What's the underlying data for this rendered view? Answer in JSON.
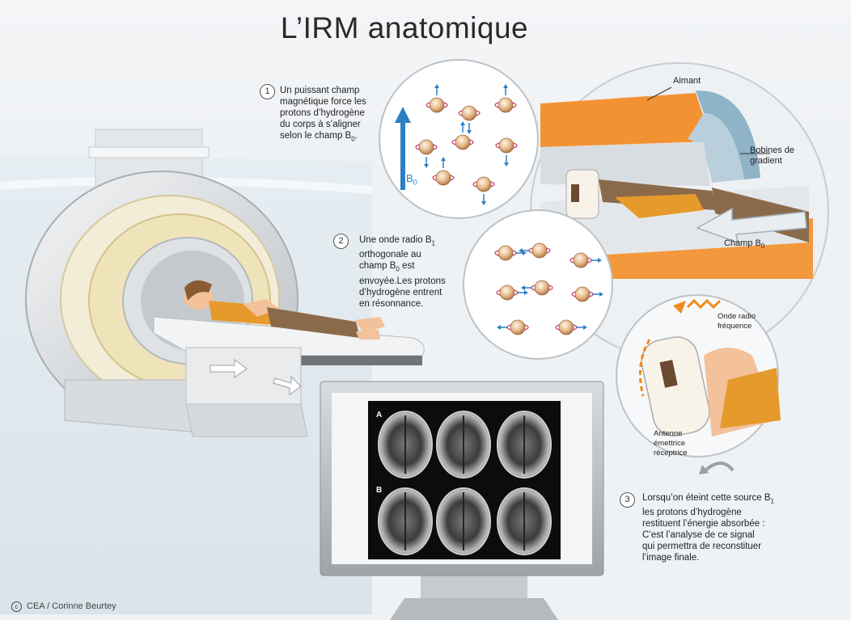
{
  "title": "L’IRM anatomique",
  "steps": [
    {
      "num": "1",
      "text_lines": [
        "Un puissant champ",
        "magnétique force les",
        "protons d’hydrogène",
        "du corps à s’aligner",
        "selon le champ B"
      ],
      "last_sub": "0",
      "last_suffix": "."
    },
    {
      "num": "2",
      "line1": "Une onde radio B",
      "line1_sub": "1",
      "line2": "orthogonale au",
      "line3": "champ B",
      "line3_sub": "0",
      "line3_suffix": "est",
      "line4": "envoyée.Les protons",
      "line5": "d’hydrogène entrent",
      "line6": "en résonnance."
    },
    {
      "num": "3",
      "line1": "Lorsqu’on éteint cette source B",
      "line1_sub": "1",
      "line2": "les protons d’hydrogène",
      "line3": "restituent l’énergie absorbée :",
      "line4": "C’est l’analyse de ce signal",
      "line5": "qui permettra de reconstituer",
      "line6": "l’image finale."
    }
  ],
  "labels": {
    "aimant": "Aimant",
    "bobines_1": "Bobines de",
    "bobines_2": "gradient",
    "champ_b0": "Champ B",
    "champ_b0_sub": "0",
    "b0_axis": "B",
    "b0_axis_sub": "0",
    "onde_1": "Onde radio",
    "onde_2": "fréquence",
    "antenne_1": "Antenne",
    "antenne_2": "émettrice",
    "antenne_3": "réceptrice",
    "scan_row_a": "A",
    "scan_row_b": "B"
  },
  "credit": "CEA / Corinne Beurtey",
  "credit_symbol": "c",
  "colors": {
    "magnet_orange": "#f39233",
    "gradient_blue": "#8fb3c7",
    "patient_shirt": "#e69a2b",
    "patient_pants": "#8b6a4b",
    "arrow_blue": "#2c7fc4",
    "spin_pink": "#d2407a",
    "rf_wave": "#f08a1c"
  }
}
